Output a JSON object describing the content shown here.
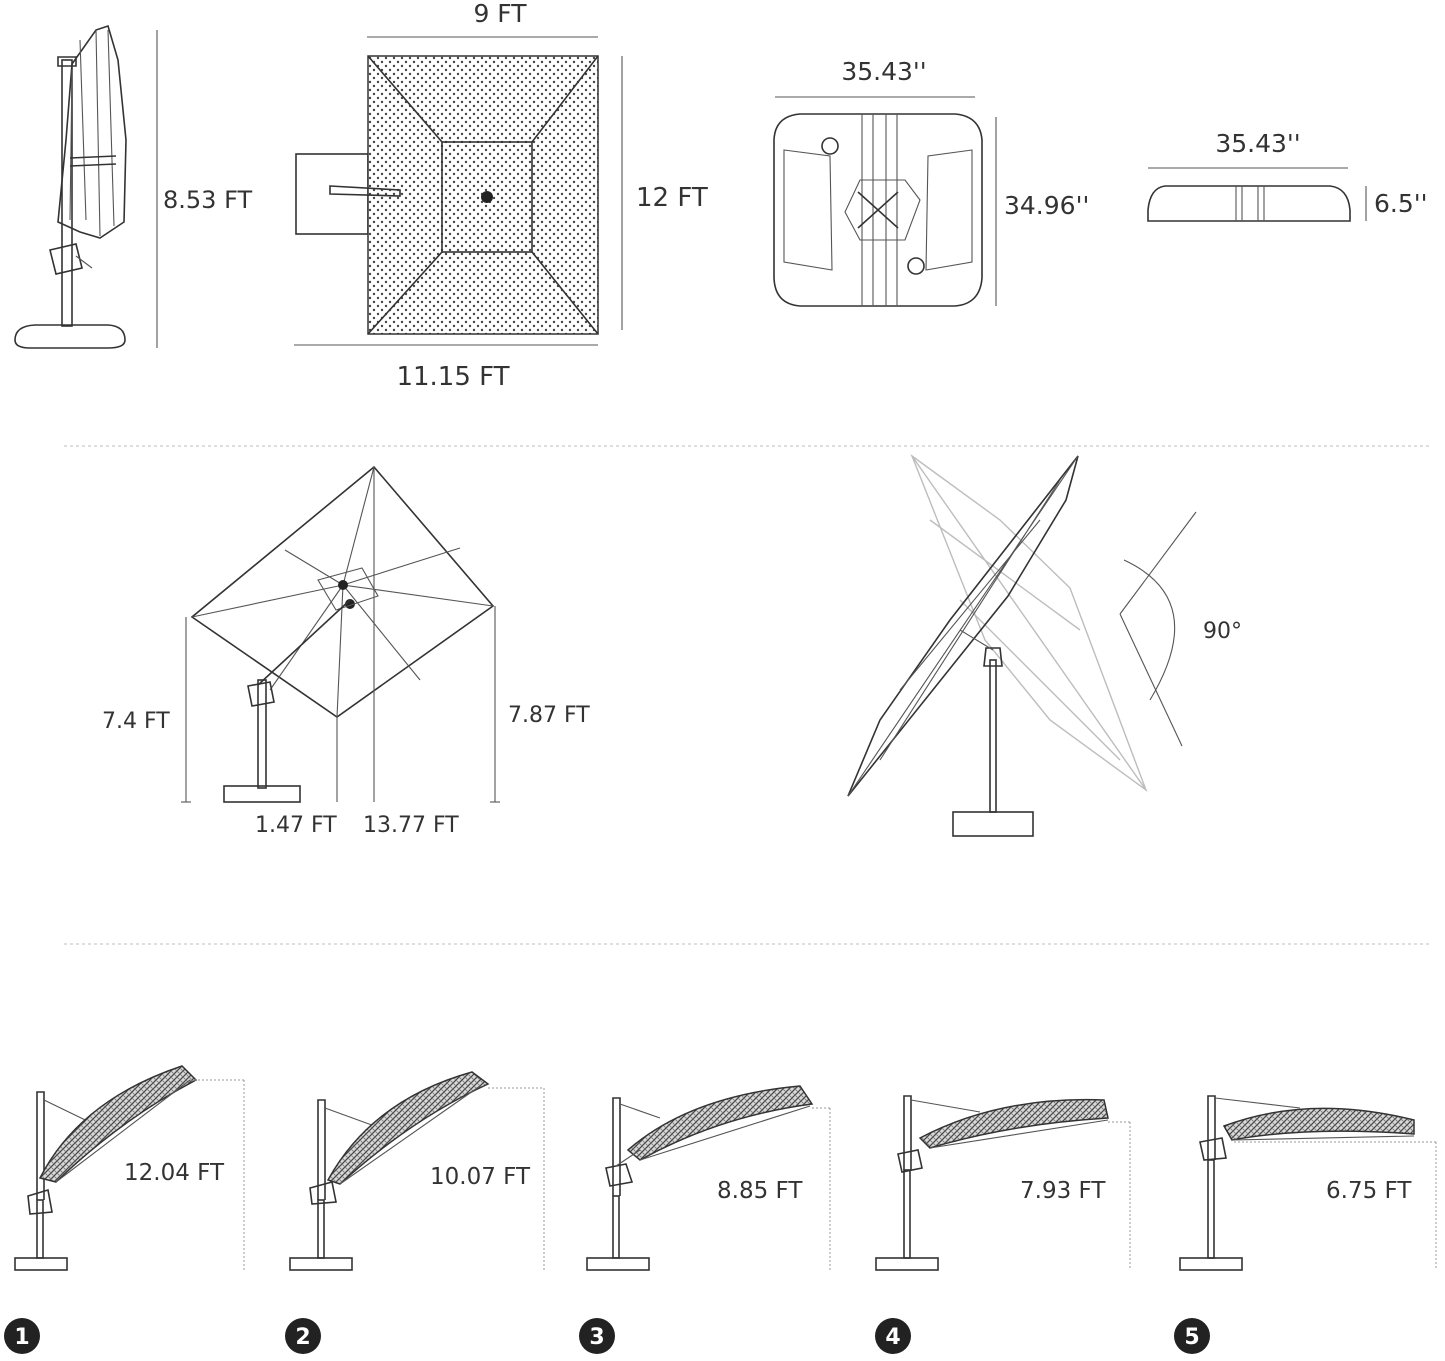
{
  "colors": {
    "line": "#333333",
    "text": "#333333",
    "badge": "#222222",
    "divider": "#bdbdbd"
  },
  "top": {
    "side_height": "8.53 FT",
    "canopy_width": "9 FT",
    "canopy_depth": "12 FT",
    "overall_length": "11.15 FT",
    "base_width": "35.43''",
    "base_depth": "34.96''",
    "base_side_width": "35.43''",
    "base_height": "6.5''"
  },
  "middle": {
    "left_height": "7.4 FT",
    "right_height": "7.87 FT",
    "offset": "1.47 FT",
    "span": "13.77 FT",
    "tilt_angle": "90°"
  },
  "tilt_positions": [
    {
      "number": "1",
      "height": "12.04 FT"
    },
    {
      "number": "2",
      "height": "10.07 FT"
    },
    {
      "number": "3",
      "height": "8.85 FT"
    },
    {
      "number": "4",
      "height": "7.93 FT"
    },
    {
      "number": "5",
      "height": "6.75 FT"
    }
  ]
}
